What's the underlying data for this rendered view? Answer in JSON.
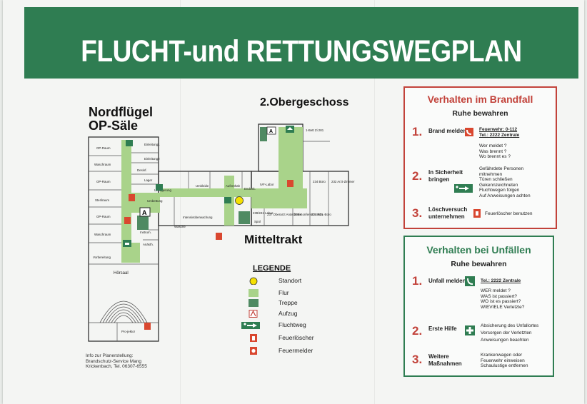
{
  "title": "FLUCHT-und RETTUNGSWEGPLAN",
  "wings": {
    "north": [
      "Nordflügel",
      "OP-Säle"
    ],
    "floor": "2.Obergeschoss",
    "middle": "Mitteltrakt"
  },
  "rooms": {
    "op1": "OP-Raum",
    "wasch1": "Waschraum",
    "op2": "OP-Raum",
    "steril": "Sterilraum",
    "op3": "OP-Raum",
    "wasch2": "Waschraum",
    "vorb": "Vorbereitung",
    "hoersaal": "Hörsaal",
    "projektor": "Pro-jektor",
    "einleitung1": "Einleitung1",
    "einleitung2": "Einleitung2",
    "desinf": "Desinf.",
    "lager": "Lager",
    "umlagerung": "Umlagerung",
    "umbettung": "Umbettung",
    "instrum": "Instrum.",
    "anaesth": "Anästh.",
    "intensiv": "Intensivüberwachung",
    "waesche": "Wäsche",
    "umkleide": "Umkleide",
    "aufenthalt": "Aufenthalt",
    "endosk": "Endosk.",
    "ivf": "IVF-Labor",
    "labor": "239/241 Labor",
    "spuel": "Spül",
    "oberarzt": "237 Oberarzt Anästhesie",
    "konf": "235 Konferenz-raum",
    "pdl": "233 PDL-Büro",
    "buero": "234 Büro",
    "arzt": "232 Arzt-Zimmer",
    "bett": "1-Bett Zi 281",
    "aufzug": "A"
  },
  "legend": {
    "title": "LEGENDE",
    "items": [
      "Standort",
      "Flur",
      "Treppe",
      "Aufzug",
      "Fluchtweg",
      "Feuerlöscher",
      "Feuermelder"
    ]
  },
  "info": [
    "Info zur Planerstellung:",
    "Brandschutz-Service Mang",
    "Krickenbach, Tel. 06307-6555"
  ],
  "fire": {
    "title": "Verhalten im Brandfall",
    "subtitle": "Ruhe bewahren",
    "steps": [
      {
        "num": "1.",
        "label": "Brand melden",
        "details": [
          "Feuerwehr: 0-112",
          "Tel.: 2222 Zentrale",
          "Wer meldet ?",
          "Was brennt ?",
          "Wo brennt es ?"
        ]
      },
      {
        "num": "2.",
        "label": "In Sicherheit bringen",
        "details": [
          "Gefährdete Personen mitnehmen",
          "Türen schließen",
          "Gekennzeichneten",
          "Fluchtwegen folgen",
          "Auf Anweisungen achten"
        ]
      },
      {
        "num": "3.",
        "label": "Löschversuch unternehmen",
        "details": [
          "Feuerlöscher benutzen"
        ]
      }
    ]
  },
  "accident": {
    "title": "Verhalten bei Unfällen",
    "subtitle": "Ruhe bewahren",
    "steps": [
      {
        "num": "1.",
        "label": "Unfall melden",
        "details": [
          "Tel.: 2222 Zentrale",
          "WER meldet ?",
          "WAS ist passiert?",
          "WO ist es passiert?",
          "WIEVIELE Verletzte?"
        ]
      },
      {
        "num": "2.",
        "label": "Erste Hilfe",
        "details": [
          "Absicherung des Unfallortes",
          "Versorgen der Verletzten",
          "Anweisungen beachten"
        ]
      },
      {
        "num": "3.",
        "label": "Weitere Maßnahmen",
        "details": [
          "Krankenwagen oder",
          "Feuerwehr einweisen",
          "Schaulustige entfernen"
        ]
      }
    ]
  },
  "colors": {
    "green": "#2f7d52",
    "red": "#c2423a",
    "flur": "#a9d38a",
    "stair": "#4f8a62",
    "standort": "#f5e000"
  }
}
